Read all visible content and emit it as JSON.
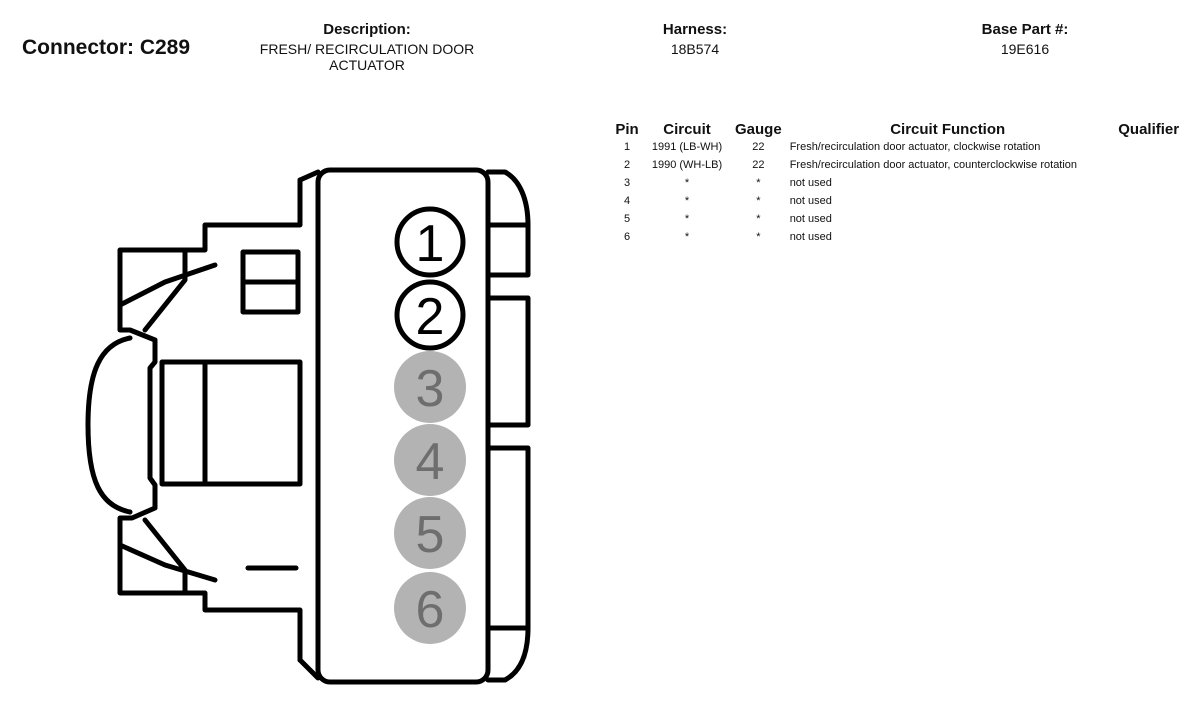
{
  "header": {
    "connector": "Connector: C289",
    "description_label": "Description:",
    "description_line1": "FRESH/ RECIRCULATION DOOR",
    "description_line2": "ACTUATOR",
    "harness_label": "Harness:",
    "harness_value": "18B574",
    "base_part_label": "Base Part #:",
    "base_part_value": "19E616"
  },
  "table": {
    "columns": [
      "Pin",
      "Circuit",
      "Gauge",
      "Circuit Function",
      "Qualifier"
    ],
    "rows": [
      {
        "pin": "1",
        "circuit": "1991 (LB-WH)",
        "gauge": "22",
        "function": "Fresh/recirculation door actuator, clockwise rotation",
        "qualifier": ""
      },
      {
        "pin": "2",
        "circuit": "1990 (WH-LB)",
        "gauge": "22",
        "function": "Fresh/recirculation door actuator, counterclockwise rotation",
        "qualifier": ""
      },
      {
        "pin": "3",
        "circuit": "*",
        "gauge": "*",
        "function": "not used",
        "qualifier": ""
      },
      {
        "pin": "4",
        "circuit": "*",
        "gauge": "*",
        "function": "not used",
        "qualifier": ""
      },
      {
        "pin": "5",
        "circuit": "*",
        "gauge": "*",
        "function": "not used",
        "qualifier": ""
      },
      {
        "pin": "6",
        "circuit": "*",
        "gauge": "*",
        "function": "not used",
        "qualifier": ""
      }
    ]
  },
  "diagram": {
    "pins": [
      {
        "label": "1",
        "used": true
      },
      {
        "label": "2",
        "used": true
      },
      {
        "label": "3",
        "used": false
      },
      {
        "label": "4",
        "used": false
      },
      {
        "label": "5",
        "used": false
      },
      {
        "label": "6",
        "used": false
      }
    ],
    "colors": {
      "outline": "#000000",
      "unused_pin_fill": "#b3b3b3",
      "unused_pin_text": "#6e6e6e",
      "used_pin_fill": "#ffffff"
    }
  }
}
